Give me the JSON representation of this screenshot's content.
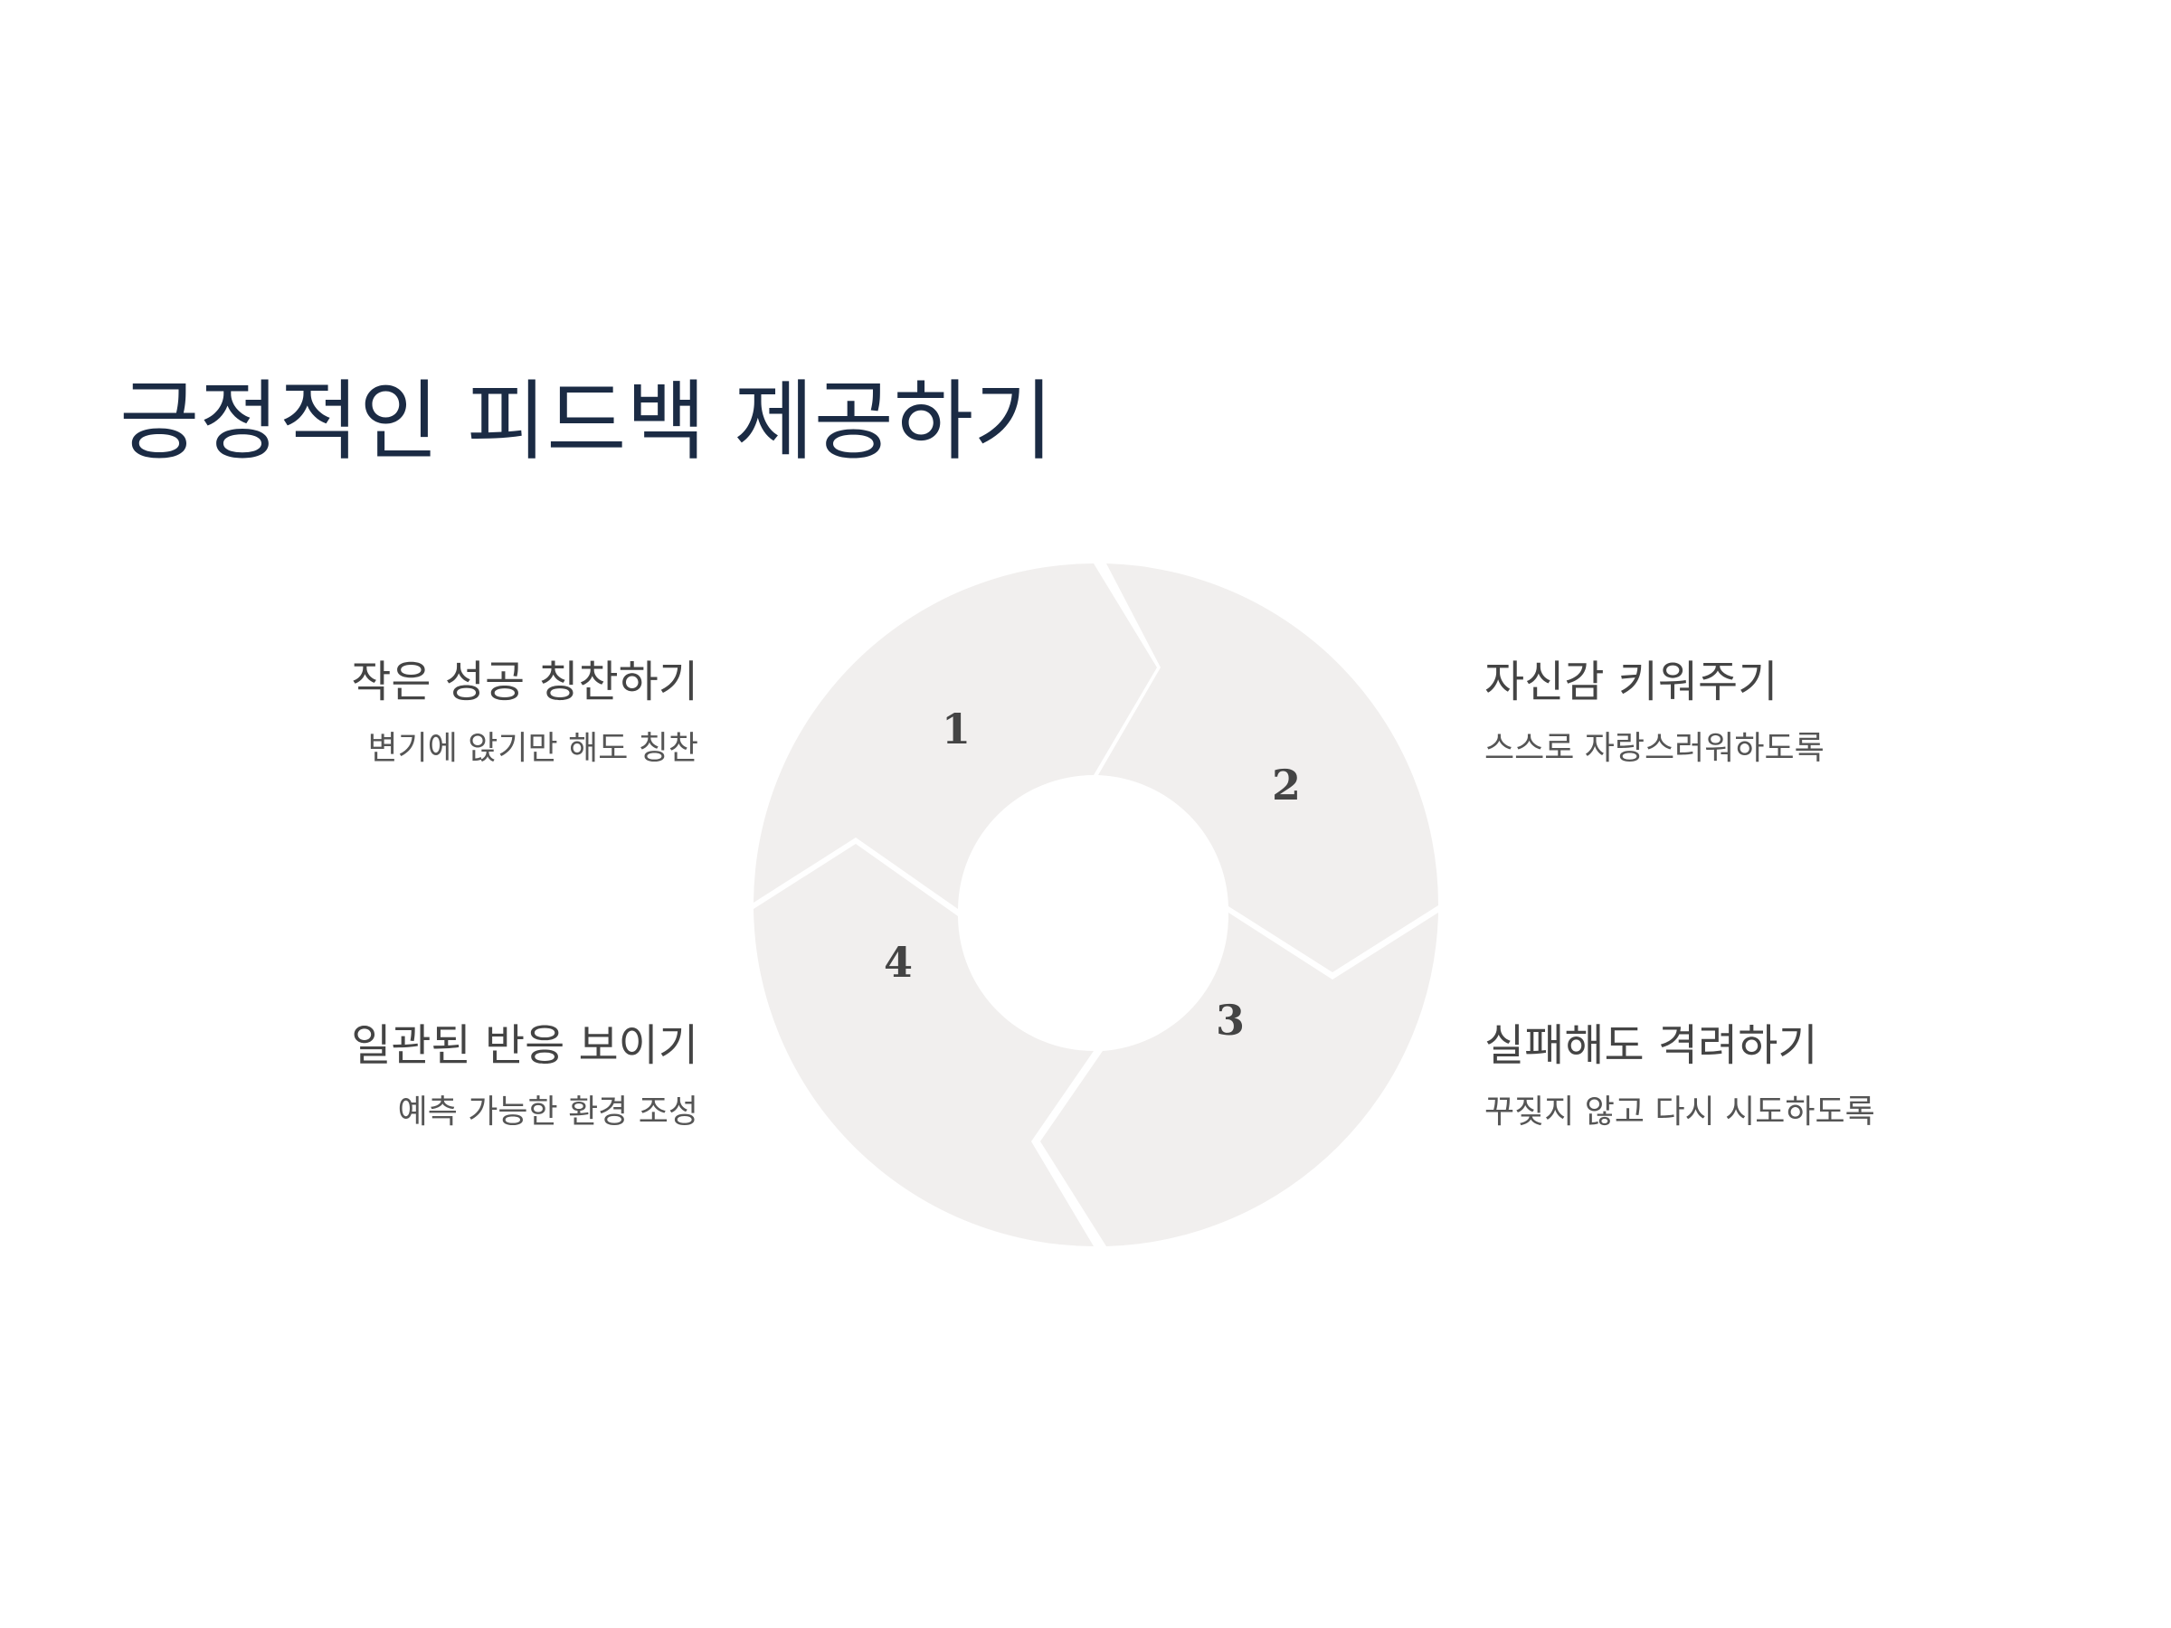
{
  "slide": {
    "title": "긍정적인 피드백 제공하기"
  },
  "steps": [
    {
      "number": "1",
      "heading": "작은 성공 칭찬하기",
      "description": "변기에 앉기만 해도 칭찬"
    },
    {
      "number": "2",
      "heading": "자신감 키워주기",
      "description": "스스로 자랑스러워하도록"
    },
    {
      "number": "3",
      "heading": "실패해도 격려하기",
      "description": "꾸짖지 않고 다시 시도하도록"
    },
    {
      "number": "4",
      "heading": "일관된 반응 보이기",
      "description": "예측 가능한 환경 조성"
    }
  ],
  "colors": {
    "title": "#1b2b44",
    "segment": "#f1efee",
    "text": "#444444"
  }
}
